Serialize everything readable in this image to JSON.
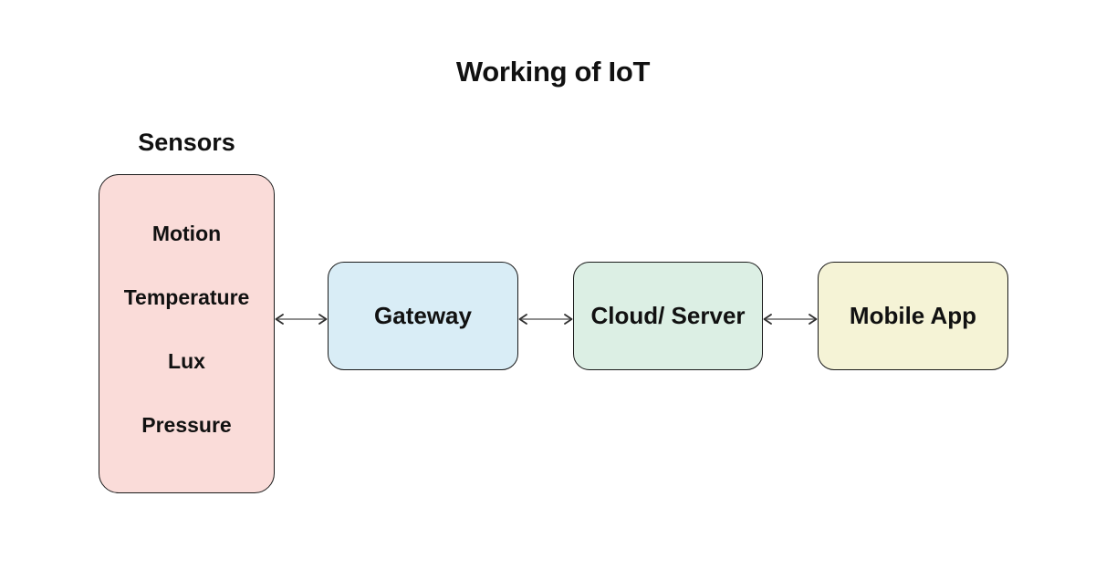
{
  "title": "Working of IoT",
  "sensors": {
    "label": "Sensors",
    "items": [
      "Motion",
      "Temperature",
      "Lux",
      "Pressure"
    ],
    "fill": "#fadcd9"
  },
  "nodes": [
    {
      "label": "Gateway",
      "fill": "#d9edf6"
    },
    {
      "label": "Cloud/ Server",
      "fill": "#dcefe4"
    },
    {
      "label": "Mobile App",
      "fill": "#f5f3d6"
    }
  ],
  "connections": [
    {
      "from": "Sensors",
      "to": "Gateway",
      "style": "double-arrow"
    },
    {
      "from": "Gateway",
      "to": "Cloud/ Server",
      "style": "double-arrow"
    },
    {
      "from": "Cloud/ Server",
      "to": "Mobile App",
      "style": "double-arrow"
    }
  ],
  "colors": {
    "background": "#ffffff",
    "border": "#1a1a1a",
    "text": "#111111",
    "arrow_line": "#7f7f7f",
    "arrow_head": "#2e2e2e"
  }
}
